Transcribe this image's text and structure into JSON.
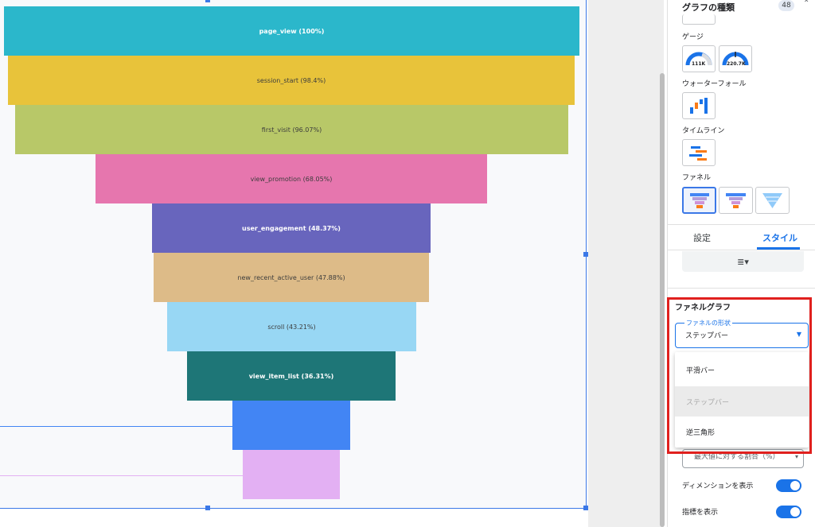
{
  "panel": {
    "chart_types_title": "グラフの種類",
    "chart_types_count": "48",
    "sections": {
      "gauge": "ゲージ",
      "waterfall": "ウォーターフォール",
      "timeline": "タイムライン",
      "funnel": "ファネル"
    },
    "gauge_values": [
      "111K",
      "220.7K"
    ],
    "tabs": {
      "setup": "設定",
      "style": "スタイル"
    },
    "funnel_chart_heading": "ファネルグラフ",
    "shape_field": {
      "label": "ファネルの形状",
      "value": "ステップバー"
    },
    "shape_options": [
      "平滑バー",
      "ステップバー",
      "逆三角形"
    ],
    "obscured_select_text": "最大値に対する割合（%）",
    "toggles": {
      "show_dimension": "ディメンションを表示",
      "show_metric": "指標を表示"
    },
    "colors": {
      "accent": "#1a73e8",
      "highlight_box": "#e0201e"
    }
  },
  "funnel": {
    "steps": [
      {
        "label": "page_view (100%)",
        "color": "#2bb7cb",
        "text": "dark"
      },
      {
        "label": "session_start (98.4%)",
        "color": "#e8c33a",
        "text": "light"
      },
      {
        "label": "first_visit (96.07%)",
        "color": "#b8c868",
        "text": "light"
      },
      {
        "label": "view_promotion (68.05%)",
        "color": "#e676ae",
        "text": "light"
      },
      {
        "label": "user_engagement (48.37%)",
        "color": "#6865bd",
        "text": "dark"
      },
      {
        "label": "new_recent_active_user (47.88%)",
        "color": "#ddbb88",
        "text": "light"
      },
      {
        "label": "scroll (43.21%)",
        "color": "#98d7f4",
        "text": "light"
      },
      {
        "label": "view_item_list (36.31%)",
        "color": "#1e7677",
        "text": "dark"
      },
      {
        "label": "",
        "color": "#4285f4",
        "text": "dark"
      },
      {
        "label": "",
        "color": "#e3b0f3",
        "text": "dark"
      }
    ]
  }
}
